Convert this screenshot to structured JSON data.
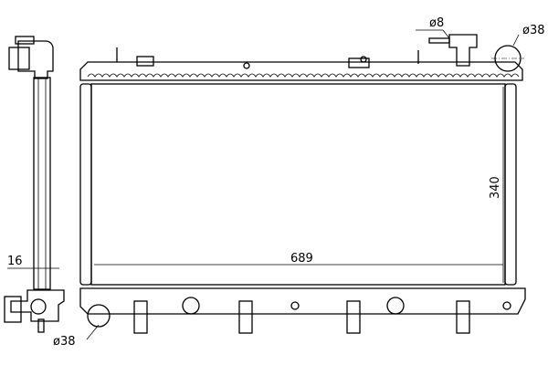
{
  "drawing": {
    "title": "Radiator technical drawing",
    "dimensions": {
      "width": "689",
      "height": "340",
      "thickness": "16",
      "inlet_diameter": "ø38",
      "outlet_diameter": "ø38",
      "vent_diameter": "ø8"
    }
  }
}
